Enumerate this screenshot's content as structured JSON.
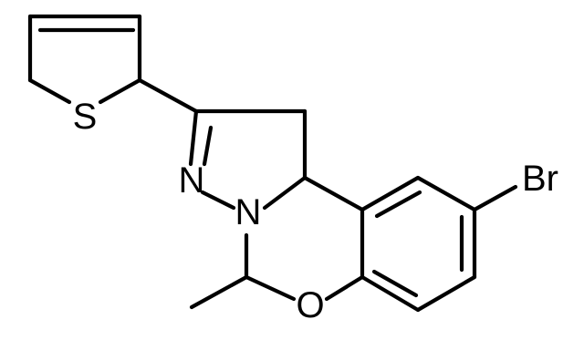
{
  "molecule": {
    "atoms": {
      "sulfur": "S",
      "nitrogen_imine": "N",
      "nitrogen_amine": "N",
      "oxygen": "O",
      "bromine": "Br"
    },
    "colors": {
      "bond": "#000000",
      "label": "#000000",
      "background": "#ffffff"
    }
  }
}
